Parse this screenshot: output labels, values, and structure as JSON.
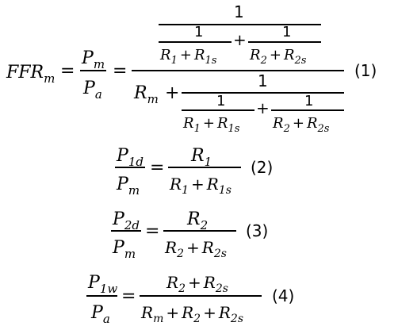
{
  "eq1": {
    "lhs": "FFR",
    "lhs_sub": "m",
    "eq_sign": "=",
    "p_m": "P",
    "p_m_sub": "m",
    "p_a": "P",
    "p_a_sub": "a",
    "one": "1",
    "r1": "R",
    "r1_sub": "1",
    "plus": "+",
    "r1s": "R",
    "r1s_sub": "1s",
    "r2": "R",
    "r2_sub": "2",
    "r2s": "R",
    "r2s_sub": "2s",
    "rm": "R",
    "rm_sub": "m",
    "label": "(1)"
  },
  "eq2": {
    "num": "P",
    "num_sub": "1d",
    "den": "P",
    "den_sub": "m",
    "eq_sign": "=",
    "r1": "R",
    "r1_sub": "1",
    "plus": "+",
    "r1s": "R",
    "r1s_sub": "1s",
    "label": "(2)"
  },
  "eq3": {
    "num": "P",
    "num_sub": "2d",
    "den": "P",
    "den_sub": "m",
    "eq_sign": "=",
    "r2": "R",
    "r2_sub": "2",
    "plus": "+",
    "r2s": "R",
    "r2s_sub": "2s",
    "label": "(3)"
  },
  "eq4": {
    "num": "P",
    "num_sub": "1w",
    "den": "P",
    "den_sub": "a",
    "eq_sign": "=",
    "r2": "R",
    "r2_sub": "2",
    "plus": "+",
    "r2s": "R",
    "r2s_sub": "2s",
    "rm": "R",
    "rm_sub": "m",
    "label": "(4)"
  }
}
